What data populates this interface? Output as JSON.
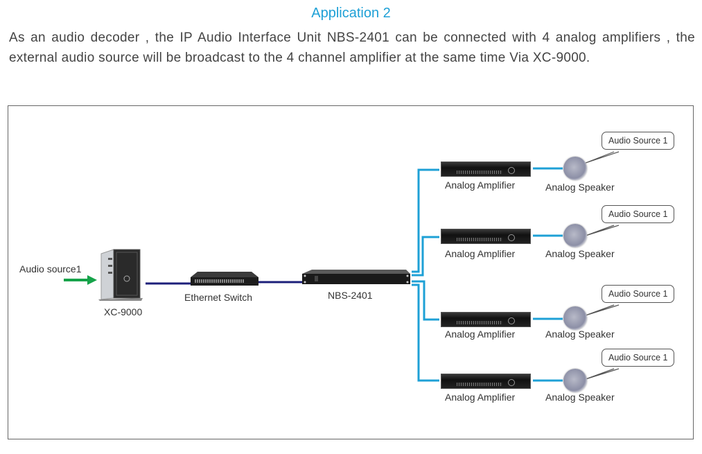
{
  "header": {
    "title": "Application 2",
    "description": "As an audio decoder , the IP Audio Interface Unit NBS-2401 can be connected with 4 analog amplifiers , the external audio source will be broadcast to the 4 channel amplifier at the same time Via XC-9000."
  },
  "diagram": {
    "input_label": "Audio source1",
    "server_label": "XC-9000",
    "switch_label": "Ethernet Switch",
    "decoder_label": "NBS-2401",
    "branches": [
      {
        "amplifier_label": "Analog Amplifier",
        "speaker_label": "Analog Speaker",
        "bubble": "Audio Source 1"
      },
      {
        "amplifier_label": "Analog Amplifier",
        "speaker_label": "Analog Speaker",
        "bubble": "Audio Source 1"
      },
      {
        "amplifier_label": "Analog Amplifier",
        "speaker_label": "Analog Speaker",
        "bubble": "Audio Source 1"
      },
      {
        "amplifier_label": "Analog Amplifier",
        "speaker_label": "Analog Speaker",
        "bubble": "Audio Source 1"
      }
    ],
    "colors": {
      "title": "#1ea0d6",
      "network_line": "#1c1f7a",
      "audio_line": "#1ea0d6",
      "input_arrow": "#16a34a"
    }
  }
}
